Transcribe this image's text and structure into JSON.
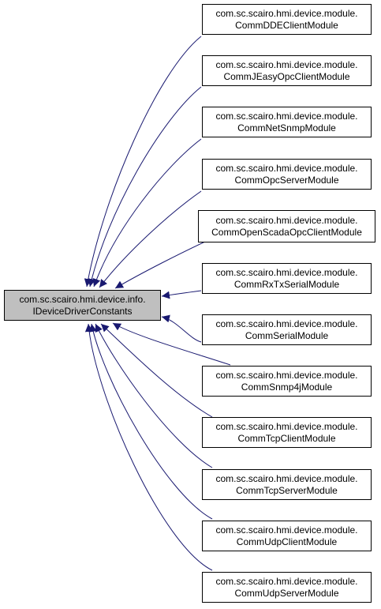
{
  "diagram": {
    "target": {
      "line1": "com.sc.scairo.hmi.device.info.",
      "line2": "IDeviceDriverConstants"
    },
    "nodes": [
      {
        "line1": "com.sc.scairo.hmi.device.module.",
        "line2": "CommDDEClientModule"
      },
      {
        "line1": "com.sc.scairo.hmi.device.module.",
        "line2": "CommJEasyOpcClientModule"
      },
      {
        "line1": "com.sc.scairo.hmi.device.module.",
        "line2": "CommNetSnmpModule"
      },
      {
        "line1": "com.sc.scairo.hmi.device.module.",
        "line2": "CommOpcServerModule"
      },
      {
        "line1": "com.sc.scairo.hmi.device.module.",
        "line2": "CommOpenScadaOpcClientModule"
      },
      {
        "line1": "com.sc.scairo.hmi.device.module.",
        "line2": "CommRxTxSerialModule"
      },
      {
        "line1": "com.sc.scairo.hmi.device.module.",
        "line2": "CommSerialModule"
      },
      {
        "line1": "com.sc.scairo.hmi.device.module.",
        "line2": "CommSnmp4jModule"
      },
      {
        "line1": "com.sc.scairo.hmi.device.module.",
        "line2": "CommTcpClientModule"
      },
      {
        "line1": "com.sc.scairo.hmi.device.module.",
        "line2": "CommTcpServerModule"
      },
      {
        "line1": "com.sc.scairo.hmi.device.module.",
        "line2": "CommUdpClientModule"
      },
      {
        "line1": "com.sc.scairo.hmi.device.module.",
        "line2": "CommUdpServerModule"
      }
    ],
    "colors": {
      "edge": "#191970",
      "target_fill": "#bfbfbf",
      "node_fill": "#ffffff",
      "border": "#000000"
    }
  }
}
